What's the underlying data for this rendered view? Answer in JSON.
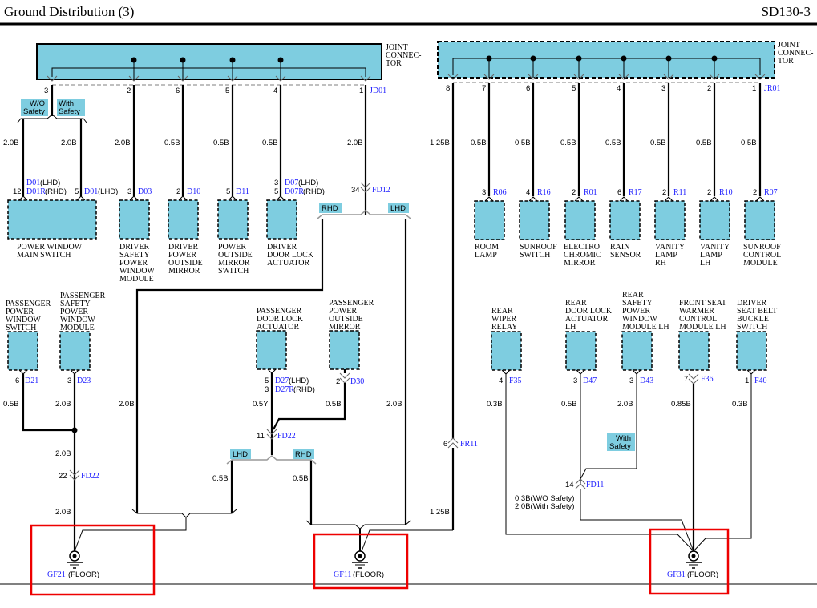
{
  "header": {
    "title": "Ground Distribution (3)",
    "code": "SD130-3"
  },
  "colors": {
    "component_fill": "#7ecde0",
    "connector_blue": "#1a1aff",
    "highlight_red": "#ee0000",
    "branch_gray": "#999999"
  },
  "joint_connectors": [
    {
      "id": "JD01",
      "label": "JOINT CONNEC-TOR",
      "label_lines": [
        "JOINT",
        "CONNEC-",
        "TOR"
      ],
      "pins": [
        "3",
        "2",
        "6",
        "5",
        "4",
        "1"
      ]
    },
    {
      "id": "JR01",
      "label": "JOINT CONNEC-TOR",
      "label_lines": [
        "JOINT",
        "CONNEC-",
        "TOR"
      ],
      "pins": [
        "8",
        "7",
        "6",
        "5",
        "4",
        "3",
        "2",
        "1"
      ]
    }
  ],
  "option_tags": {
    "wo_safety": [
      "W/O",
      "Safety"
    ],
    "with_safety": [
      "With",
      "Safety"
    ],
    "rhd": "RHD",
    "lhd": "LHD"
  },
  "wires_top_left": [
    {
      "pin": "3",
      "wire": "2.0B",
      "branch": "W/O Safety",
      "pin_at": "12",
      "connector": "D01 (LHD) / D01R (RHD)"
    },
    {
      "pin": "3",
      "wire": "2.0B",
      "branch": "With Safety",
      "pin_at": "5",
      "connector": "D01 (LHD)"
    },
    {
      "pin": "2",
      "wire": "2.0B",
      "pin_at": "3",
      "connector": "D03"
    },
    {
      "pin": "6",
      "wire": "0.5B",
      "pin_at": "2",
      "connector": "D10"
    },
    {
      "pin": "5",
      "wire": "0.5B",
      "pin_at": "5",
      "connector": "D11"
    },
    {
      "pin": "4",
      "wire": "0.5B",
      "pin_at": "3 / 5",
      "connector": "D07 (LHD) / D07R (RHD)"
    },
    {
      "pin": "1",
      "wire": "2.0B",
      "pin_at": "34",
      "connector": "FD12"
    }
  ],
  "components_top_left": [
    {
      "name": [
        "POWER WINDOW",
        "MAIN SWITCH"
      ]
    },
    {
      "name": [
        "DRIVER",
        "SAFETY",
        "POWER",
        "WINDOW",
        "MODULE"
      ]
    },
    {
      "name": [
        "DRIVER",
        "POWER",
        "OUTSIDE",
        "MIRROR"
      ]
    },
    {
      "name": [
        "POWER",
        "OUTSIDE",
        "MIRROR",
        "SWITCH"
      ]
    },
    {
      "name": [
        "DRIVER",
        "DOOR LOCK",
        "ACTUATOR"
      ]
    }
  ],
  "labels_top_left": {
    "d01": "D01",
    "lhd": " (LHD)",
    "d01r": "D01R",
    "rhd": " (RHD)",
    "pin12": "12",
    "pin5": "5",
    "pin3": "3",
    "d03": "D03",
    "pin2": "2",
    "d10": "D10",
    "d11": "D11",
    "d07": "D07",
    "d07r": "D07R",
    "pin34": "34",
    "fd12": "FD12",
    "w20": "2.0B",
    "w05": "0.5B"
  },
  "wires_top_right": [
    {
      "pin": "8",
      "wire": "1.25B",
      "to": "FR11 pin 6"
    },
    {
      "pin": "7",
      "wire": "0.5B",
      "pin_at": "3",
      "connector": "R06",
      "component": [
        "ROOM",
        "LAMP"
      ]
    },
    {
      "pin": "6",
      "wire": "0.5B",
      "pin_at": "4",
      "connector": "R16",
      "component": [
        "SUNROOF",
        "SWITCH"
      ]
    },
    {
      "pin": "5",
      "wire": "0.5B",
      "pin_at": "2",
      "connector": "R01",
      "component": [
        "ELECTRO",
        "CHROMIC",
        "MIRROR"
      ]
    },
    {
      "pin": "4",
      "wire": "0.5B",
      "pin_at": "6",
      "connector": "R17",
      "component": [
        "RAIN",
        "SENSOR"
      ]
    },
    {
      "pin": "3",
      "wire": "0.5B",
      "pin_at": "2",
      "connector": "R11",
      "component": [
        "VANITY",
        "LAMP",
        "RH"
      ]
    },
    {
      "pin": "2",
      "wire": "0.5B",
      "pin_at": "2",
      "connector": "R10",
      "component": [
        "VANITY",
        "LAMP",
        "LH"
      ]
    },
    {
      "pin": "1",
      "wire": "0.5B",
      "pin_at": "2",
      "connector": "R07",
      "component": [
        "SUNROOF",
        "CONTROL",
        "MODULE"
      ]
    }
  ],
  "wire_125": "1.25B",
  "bottom_left": {
    "components": [
      {
        "name": [
          "PASSENGER",
          "POWER",
          "WINDOW",
          "SWITCH"
        ],
        "pin": "6",
        "connector": "D21",
        "wire": "0.5B"
      },
      {
        "name": [
          "PASSENGER",
          "SAFETY",
          "POWER",
          "WINDOW",
          "MODULE"
        ],
        "pin": "3",
        "connector": "D23",
        "wire": "2.0B"
      }
    ],
    "trunk_wire": "2.0B",
    "fd22_pin": "22",
    "fd22": "FD22",
    "trunk_wire2": "2.0B",
    "side_wire": "2.0B"
  },
  "bottom_mid": {
    "components": [
      {
        "name": [
          "PASSENGER",
          "DOOR LOCK",
          "ACTUATOR"
        ],
        "pin_lhd": "5",
        "pin_rhd": "3",
        "connector_lhd": "D27",
        "connector_rhd": "D27R",
        "wire": "0.5Y"
      },
      {
        "name": [
          "PASSENGER",
          "POWER",
          "OUTSIDE",
          "MIRROR"
        ],
        "pin": "2",
        "connector": "D30",
        "wire": "0.5B"
      }
    ],
    "fd22_pin": "11",
    "fd22": "FD22",
    "lhd_wire": "0.5B",
    "rhd_wire": "0.5B",
    "right_wire": "2.0B",
    "fr11_pin": "6",
    "fr11": "FR11"
  },
  "bottom_right": {
    "components": [
      {
        "name": [
          "REAR",
          "WIPER",
          "RELAY"
        ],
        "pin": "4",
        "connector": "F35",
        "wire": "0.3B"
      },
      {
        "name": [
          "REAR",
          "DOOR LOCK",
          "ACTUATOR",
          "LH"
        ],
        "pin": "3",
        "connector": "D47",
        "wire": "0.5B"
      },
      {
        "name": [
          "REAR",
          "SAFETY",
          "POWER",
          "WINDOW",
          "MODULE LH"
        ],
        "pin": "3",
        "connector": "D43",
        "wire": "2.0B"
      },
      {
        "name": [
          "FRONT SEAT",
          "WARMER",
          "CONTROL",
          "MODULE LH"
        ],
        "pin": "7",
        "connector": "F36",
        "wire": "0.85B"
      },
      {
        "name": [
          "DRIVER",
          "SEAT BELT",
          "BUCKLE",
          "SWITCH"
        ],
        "pin": "1",
        "connector": "F40",
        "wire": "0.3B"
      }
    ],
    "fd11_pin": "14",
    "fd11": "FD11",
    "fd11_wire": [
      "0.3B(W/O Safety)",
      "2.0B(With Safety)"
    ]
  },
  "grounds": [
    {
      "id": "GF21",
      "location": "(FLOOR)",
      "highlighted": true
    },
    {
      "id": "GF11",
      "location": "(FLOOR)",
      "highlighted": true
    },
    {
      "id": "GF31",
      "location": "(FLOOR)",
      "highlighted": true
    }
  ]
}
